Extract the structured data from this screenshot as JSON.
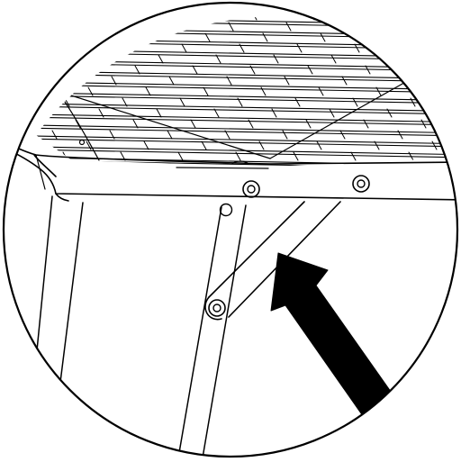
{
  "figure": {
    "kind": "assembly-detail-illustration",
    "subject": "folding-table-leg-brace-detail",
    "stroke_color": "#000000",
    "background_color": "#ffffff",
    "arrow_color": "#000000",
    "arrow_target": "diagonal-brace-bar",
    "fastener_count": 3,
    "grill_rows": 14
  }
}
